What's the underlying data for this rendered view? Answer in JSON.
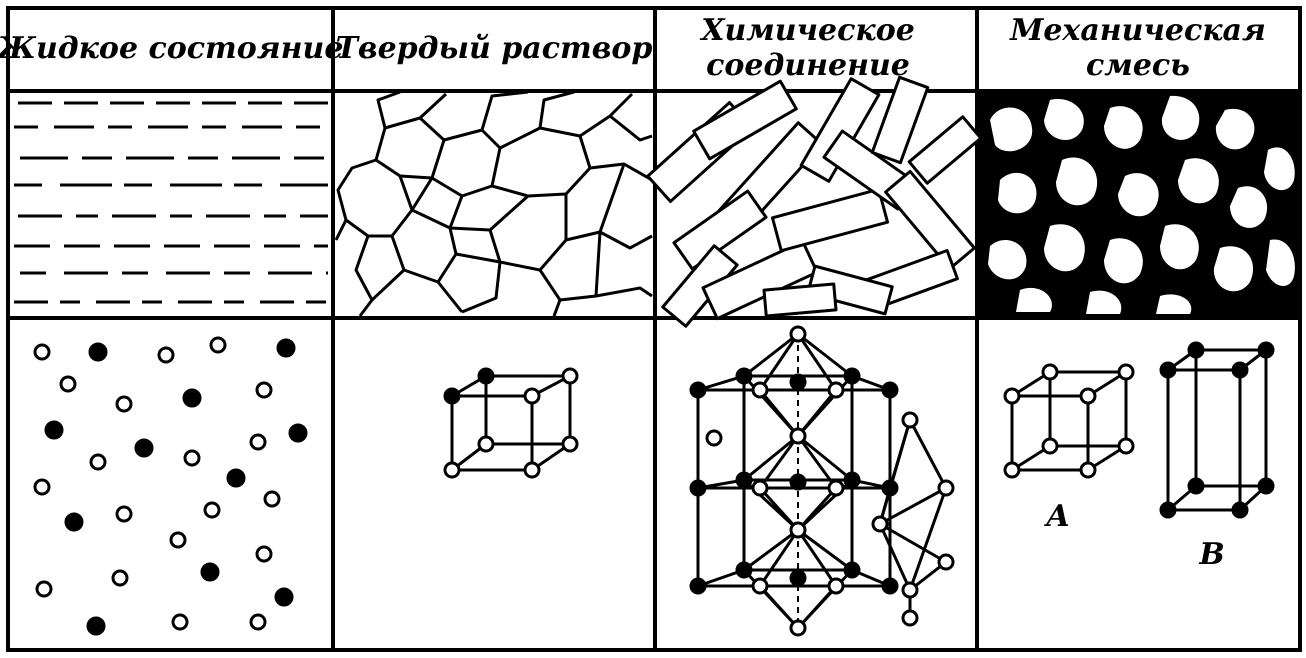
{
  "headers": [
    [
      "Жидкое состояние"
    ],
    [
      "Твердый раствор"
    ],
    [
      "Химическое",
      "соединение"
    ],
    [
      "Механическая",
      "смесь"
    ]
  ],
  "labels": {
    "lattice_a": "A",
    "lattice_b": "B"
  },
  "colors": {
    "ink": "#000000",
    "paper": "#ffffff"
  },
  "icons": {
    "open_atom": "open-circle-atom",
    "filled_atom": "filled-circle-atom"
  }
}
